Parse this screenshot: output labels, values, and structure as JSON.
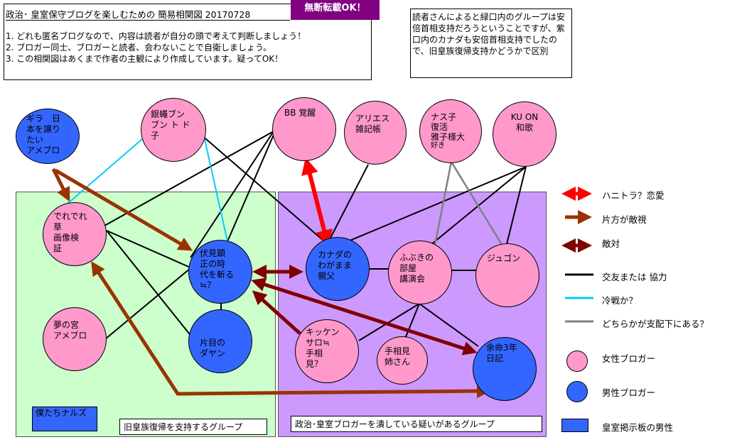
{
  "header": {
    "title": "政治･ 皇室保守ブログを楽しむための 簡易相関図 20170728",
    "notes": [
      "1. どれも匿名ブログなので、内容は読者が自分の頭で考えて判断しましょう！",
      "2. ブロガー同士、ブロガーと読者、会わないことで自衛しましょう。",
      "3. この相関図はあくまで作者の主観により作成しています。疑ってOK！"
    ]
  },
  "ribbon": "無断転載OK！",
  "side_note": "読者さんによると緑口内のグループは安倍首相支持だろうということですが、紫口内のカナダも安倍首相支持でしたので、旧皇族復帰支持かどうかで区別",
  "groups": {
    "green_label": "旧皇族復帰を支持するグループ",
    "purple_label": "政治･皇室ブロガーを潰している疑いがあるグループ",
    "blue_note": "僕たちナルズ"
  },
  "nodes": {
    "gira": [
      "ギラ　日",
      "本を譲り",
      "たい",
      "アメブロ"
    ],
    "ginbae": [
      "銀蠅ブン",
      "ブン ト ド",
      "子"
    ],
    "bb": [
      "BB 覚醒"
    ],
    "aries": [
      "アリエス",
      "雑記帳"
    ],
    "nasuko": [
      "ナス子",
      "復活",
      "雅子様大",
      "好き"
    ],
    "kuon": [
      "KU ON",
      "",
      "和歌"
    ],
    "tsurezure": [
      "でれでれ",
      "草",
      "画像検",
      "証"
    ],
    "fushimi": [
      "伏見顕",
      "正の時",
      "代を斬る",
      "≒？"
    ],
    "kanada": [
      "カナダの",
      "わがまま",
      "親父"
    ],
    "fubuki": [
      "ふぶきの",
      "部屋",
      "講演会"
    ],
    "jugon": [
      "ジュゴン"
    ],
    "yumenomiya": [
      "夢の宮",
      "アメブロ"
    ],
    "katame": [
      "片目の",
      "ダヤン"
    ],
    "kikken": [
      "キッケン",
      "サロ≒",
      "手相",
      "見？"
    ],
    "tesoumi": [
      "手相見",
      "姉さん"
    ],
    "yomei": [
      "余命3年",
      "日記"
    ]
  },
  "legend": {
    "love": "ハニトラ？恋愛",
    "oneway": "片方が敵視",
    "hostile": "敵対",
    "friend": "交友または 協力",
    "cold": "冷戦か？",
    "control": "どちらかが支配下にある？",
    "female": "女性ブロガー",
    "male": "男性ブロガー",
    "imperial": "皇室掲示板の男性"
  },
  "colors": {
    "female": "#ff99cc",
    "male": "#3366ff",
    "green_group": "#ccffcc",
    "purple_group": "#cc99ff",
    "love": "#ff0000",
    "oneway": "#993300",
    "hostile": "#800000",
    "cold": "#00ccff",
    "control": "#808080",
    "ribbon": "#800080"
  }
}
